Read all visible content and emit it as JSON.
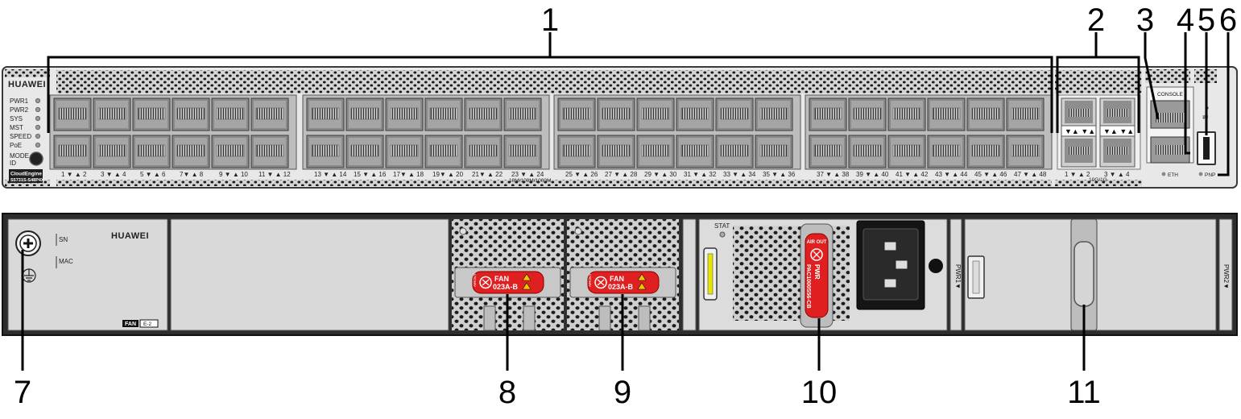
{
  "front": {
    "brand": "HUAWEI",
    "leds": [
      "PWR1",
      "PWR2",
      "SYS",
      "MST",
      "SPEED",
      "PoE"
    ],
    "mode_label_1": "MODE",
    "mode_label_2": "ID",
    "model_line1": "CloudEngine",
    "model_line2": "S5731S-S48P4X",
    "port_groups": [
      {
        "labels": [
          "1 ▼ ▲ 2",
          "3 ▼ ▲ 4",
          "5 ▼ ▲ 6",
          "7▼ ▲ 8",
          "9 ▼ ▲ 10",
          "11 ▼ ▲ 12"
        ]
      },
      {
        "labels": [
          "13 ▼ ▲ 14",
          "15 ▼ ▲ 16",
          "17▼ ▲ 18",
          "19▼ ▲ 20",
          "21▼ ▲ 22",
          "23 ▼ ▲ 24"
        ]
      },
      {
        "labels": [
          "25 ▼ ▲ 26",
          "27 ▼ ▲ 28",
          "29 ▼ ▲ 30",
          "31 ▼ ▲ 32",
          "33 ▼ ▲ 34",
          "35 ▼ ▲ 36"
        ]
      },
      {
        "labels": [
          "37 ▼ ▲ 38",
          "39 ▼ ▲ 40",
          "41 ▼ ▲ 42",
          "43 ▼ ▲ 44",
          "45 ▼ ▲ 46",
          "47 ▼ ▲ 48"
        ]
      }
    ],
    "speed_label": "10M/100M/1000M",
    "sfp_labels": [
      "1 ▼ ▲ 2",
      "3 ▼ ▲ 4"
    ],
    "sfp_speed": "10G/1G",
    "console_label": "CONSOLE",
    "eth_label": "ETH",
    "pnp_label": "PNP"
  },
  "rear": {
    "sn_label": "SN",
    "mac_label": "MAC",
    "brand": "HUAWEI",
    "fan_tag": "FAN",
    "fan_tag_code": "E-2",
    "fan_module_1": {
      "line1": "FAN",
      "line2": "023A-B",
      "airout": "AIROUT"
    },
    "fan_module_2": {
      "line1": "FAN",
      "line2": "023A-B",
      "airout": "AIROUT"
    },
    "stat_label": "STAT",
    "psu_airout": "AIR OUT",
    "psu_pwr": "PWR",
    "psu_model": "PAC1000S56-CB",
    "pwr1_label": "PWR1▼",
    "pwr2_label": "PWR2▼"
  },
  "callouts": [
    "1",
    "2",
    "3",
    "4",
    "5",
    "6",
    "7",
    "8",
    "9",
    "10",
    "11"
  ],
  "colors": {
    "fan_red": "#e02020",
    "chassis_dark": "#2d2d2d",
    "panel_gray": "#d9d9d9"
  }
}
